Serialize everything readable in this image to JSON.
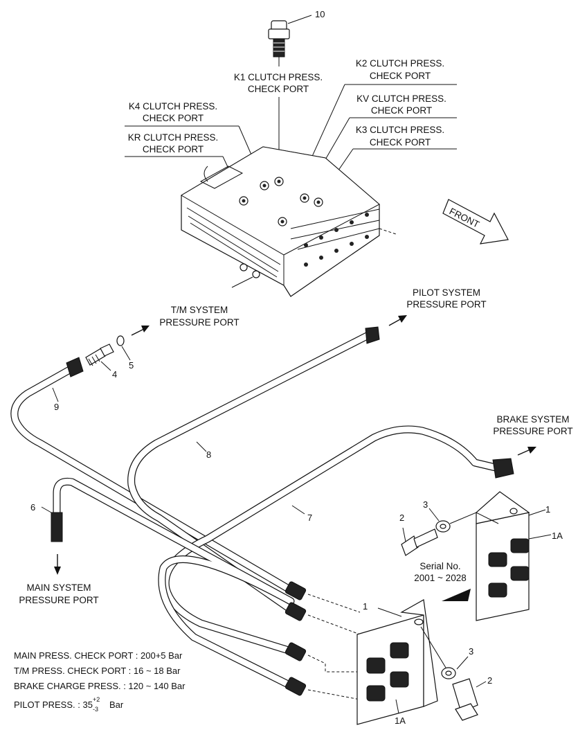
{
  "callouts": {
    "k1_port": [
      "K1 CLUTCH PRESS.",
      "CHECK PORT"
    ],
    "k2_port": [
      "K2 CLUTCH PRESS.",
      "CHECK PORT"
    ],
    "k4_port": [
      "K4 CLUTCH PRESS.",
      "CHECK PORT"
    ],
    "kv_port": [
      "KV CLUTCH PRESS.",
      "CHECK PORT"
    ],
    "kr_port": [
      "KR CLUTCH PRESS.",
      "CHECK PORT"
    ],
    "k3_port": [
      "K3 CLUTCH PRESS.",
      "CHECK PORT"
    ],
    "front": "FRONT",
    "tm_port": [
      "T/M SYSTEM",
      "PRESSURE PORT"
    ],
    "pilot_port": [
      "PILOT SYSTEM",
      "PRESSURE PORT"
    ],
    "brake_port": [
      "BRAKE SYSTEM",
      "PRESSURE PORT"
    ],
    "main_port": [
      "MAIN SYSTEM",
      "PRESSURE PORT"
    ],
    "serial": [
      "Serial No.",
      "2001 ~ 2028"
    ]
  },
  "part_numbers": {
    "p10": "10",
    "p9": "9",
    "p8": "8",
    "p7": "7",
    "p6": "6",
    "p5": "5",
    "p4": "4",
    "p3_upper": "3",
    "p2_upper": "2",
    "p1_upper": "1",
    "p1a_upper": "1A",
    "p1_lower": "1",
    "p3_lower": "3",
    "p2_lower": "2",
    "p1a_lower": "1A"
  },
  "specs": {
    "main": "MAIN PRESS. CHECK PORT : 200+5 Bar",
    "tm": "T/M PRESS. CHECK PORT : 16 ~ 18 Bar",
    "brake": "BRAKE CHARGE PRESS. : 120 ~ 140 Bar",
    "pilot_prefix": "PILOT PRESS. : 35",
    "pilot_sup": "+2",
    "pilot_sub": "-3",
    "pilot_unit": "Bar"
  }
}
